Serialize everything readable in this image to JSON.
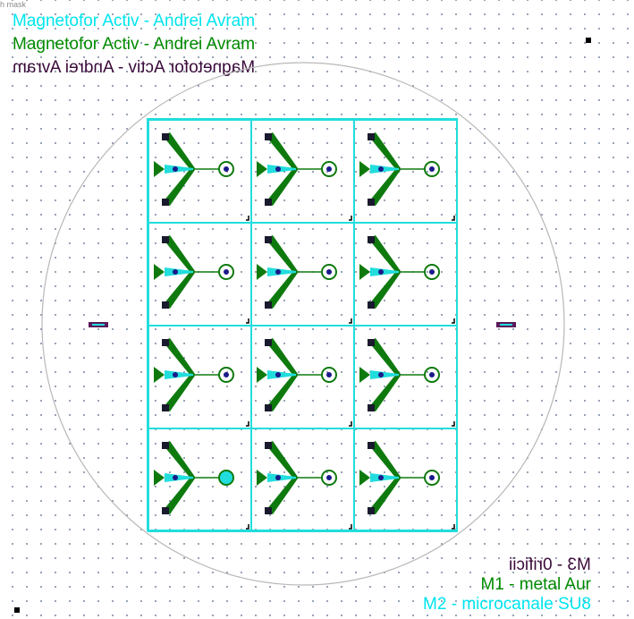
{
  "header": {
    "label": "h mask"
  },
  "titles": [
    {
      "text": "Magnetofor Activ - Andrei Avram",
      "color": "#00e5ee"
    },
    {
      "text": "Magnetofor Activ - Andrei Avram",
      "color": "#008a00"
    },
    {
      "text": "Magnetofor Activ - Andrei Avram",
      "color": "#3a0a3a"
    }
  ],
  "legend": [
    {
      "text": "M3 - 0rificii",
      "color": "#3a0a3a"
    },
    {
      "text": "M1 - metal Aur",
      "color": "#008a00"
    },
    {
      "text": "M2 - microcanale SU8",
      "color": "#00e5ee"
    }
  ],
  "grid": {
    "columns": 3,
    "rows": 4
  },
  "colors": {
    "wafer_outline": "#b8b8b8",
    "frame": "#22dddd",
    "metal": "#0e7a0e",
    "channel": "#22dddd",
    "hole": "#1a1a2e",
    "flat_mark": "#5a1a5a"
  }
}
